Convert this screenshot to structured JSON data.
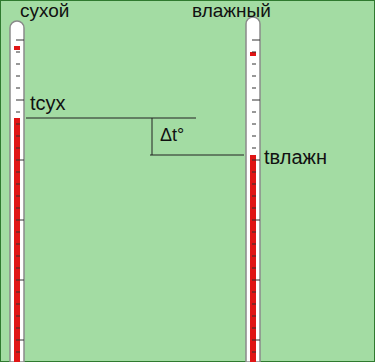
{
  "diagram": {
    "labels": [
      "сухой",
      "влажный",
      "tсух",
      "Δt°",
      "tвлажн"
    ]
  }
}
